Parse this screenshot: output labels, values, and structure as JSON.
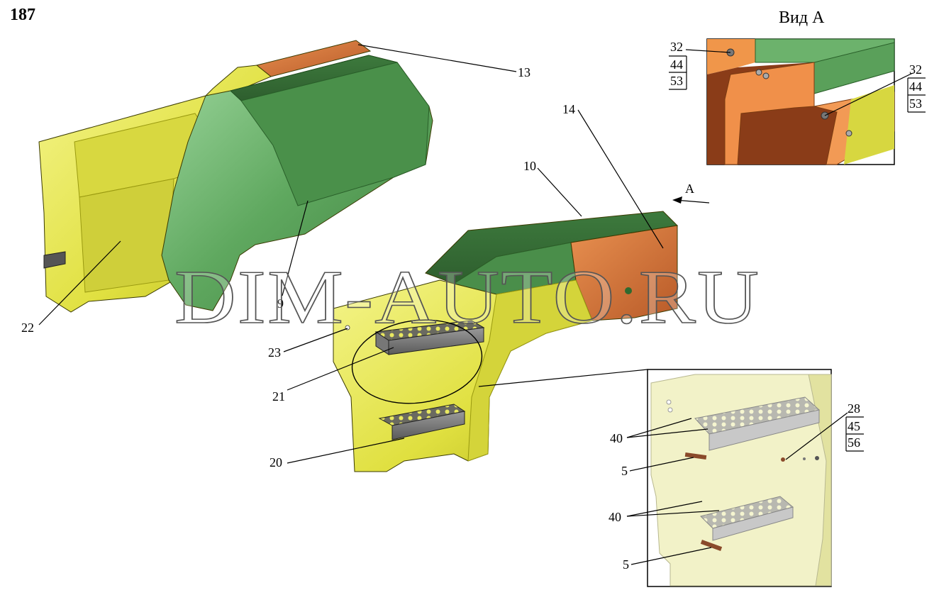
{
  "page_number": "187",
  "view_title": "Вид А",
  "view_arrow_label": "A",
  "watermark": "DIM-AUTO.RU",
  "callouts": {
    "c13": "13",
    "c14": "14",
    "c10": "10",
    "c9": "9",
    "c22": "22",
    "c23": "23",
    "c21": "21",
    "c20": "20"
  },
  "view_a_callouts": {
    "left": [
      "32",
      "44",
      "53"
    ],
    "right": [
      "32",
      "44",
      "53"
    ]
  },
  "detail_callouts": {
    "group_right": [
      "28",
      "45",
      "56"
    ],
    "c40_top": "40",
    "c5_top": "5",
    "c40_bottom": "40",
    "c5_bottom": "5"
  },
  "colors": {
    "yellow_part": "#e6e650",
    "green_part": "#5aa05a",
    "orange_part": "#e07a3a",
    "detail_background": "#f2f2c8"
  }
}
